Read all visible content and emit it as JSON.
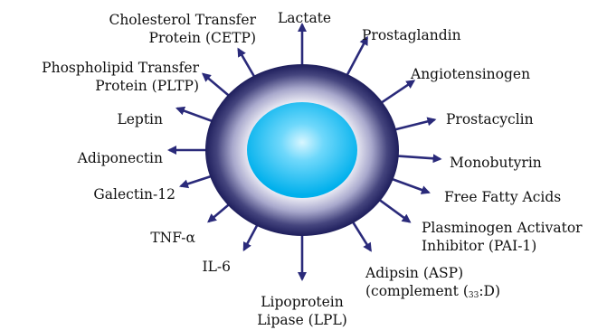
{
  "diagram": {
    "colors": {
      "arrow": "#2a2a7a",
      "outer_ring_dark": "#1e1e5c",
      "outer_ring_light": "#ffffff",
      "inner_core": "#00b8f0",
      "inner_core_highlight": "#d8f6ff"
    },
    "labels": {
      "cetp": [
        "Cholesterol Transfer",
        "Protein (CETP)"
      ],
      "lactate": "Lactate",
      "prostaglandin": "Prostaglandin",
      "pltp": [
        "Phospholipid Transfer",
        "Protein (PLTP)"
      ],
      "angiotensinogen": "Angiotensinogen",
      "leptin": "Leptin",
      "prostacyclin": "Prostacyclin",
      "adiponectin": "Adiponectin",
      "monobutyrin": "Monobutyrin",
      "galectin": "Galectin-12",
      "ffa": "Free Fatty Acids",
      "tnf": "TNF-α",
      "pai": [
        "Plasminogen Activator",
        "Inhibitor (PAI-1)"
      ],
      "il6": "IL-6",
      "adipsin": {
        "line1": "Adipsin (ASP)",
        "line2_pre": "(complement (",
        "line2_sub": "33",
        "line2_post": ":D)"
      },
      "lpl": [
        "Lipoprotein",
        "Lipase (LPL)"
      ]
    }
  }
}
